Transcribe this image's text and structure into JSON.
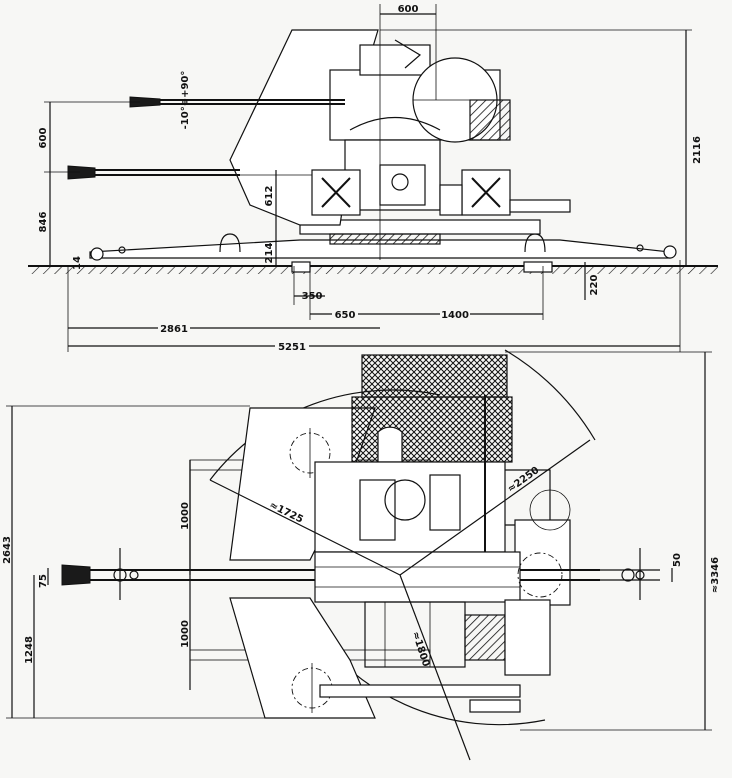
{
  "side_view": {
    "dimensions": {
      "top_width": "600",
      "elevation": "-10°÷+90°",
      "upper_height": "600",
      "lower_height": "846",
      "shield_height": "612",
      "platform_height": "214",
      "ground_clearance": "14",
      "total_height": "2116",
      "base_offset": "350",
      "center_a": "650",
      "center_b": "1400",
      "pad_depth": "220",
      "front_length": "2861",
      "total_length": "5251"
    }
  },
  "top_view": {
    "dimensions": {
      "total_width": "2643",
      "half_width_left": "1248",
      "barrel_spacing": "75",
      "upper_span": "1000",
      "lower_span": "1000",
      "radius_a": "≈1725",
      "radius_b": "≈2250",
      "radius_c": "≈1800",
      "tow_offset": "50",
      "overall_depth": "≈3346"
    }
  }
}
